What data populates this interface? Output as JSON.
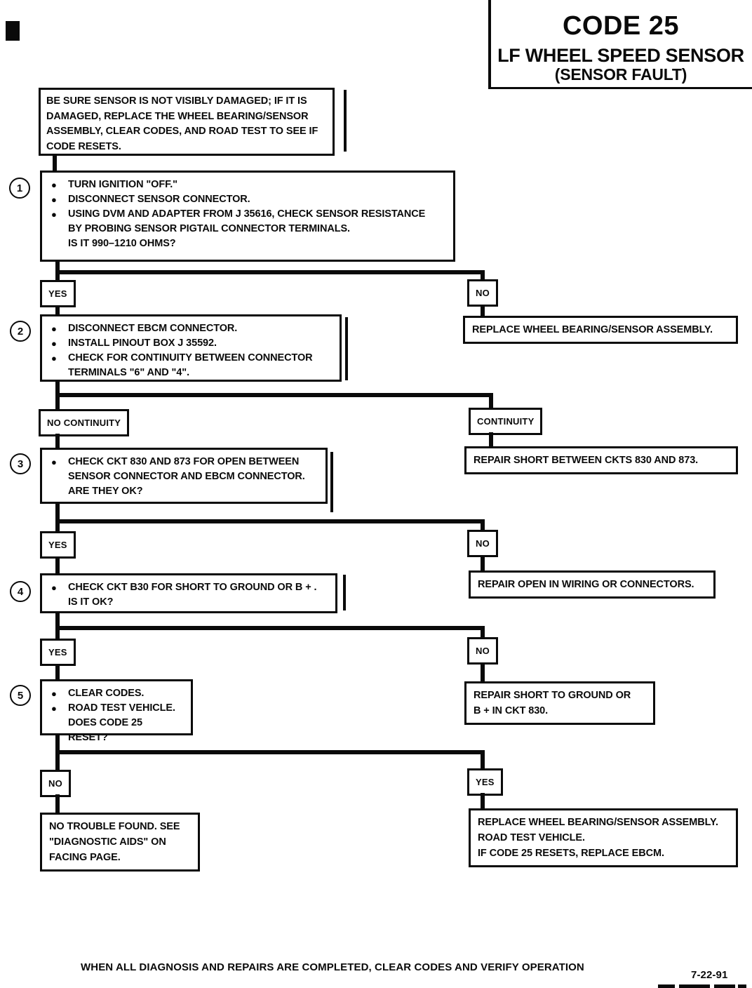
{
  "title": {
    "code": "CODE 25",
    "line1": "LF WHEEL SPEED SENSOR",
    "line2": "(SENSOR FAULT)"
  },
  "note": "BE SURE SENSOR IS NOT VISIBLY DAMAGED; IF IT IS\nDAMAGED, REPLACE THE WHEEL BEARING/SENSOR\nASSEMBLY, CLEAR CODES, AND ROAD TEST TO SEE IF\nCODE RESETS.",
  "steps": {
    "s1": {
      "num": "1",
      "b1": "TURN IGNITION \"OFF.\"",
      "b2": "DISCONNECT SENSOR CONNECTOR.",
      "b3": "USING DVM AND ADAPTER FROM J 35616, CHECK SENSOR RESISTANCE\nBY PROBING SENSOR PIGTAIL CONNECTOR TERMINALS.\nIS IT 990–1210 OHMS?"
    },
    "s2": {
      "num": "2",
      "b1": "DISCONNECT EBCM CONNECTOR.",
      "b2": "INSTALL PINOUT BOX J 35592.",
      "b3": "CHECK FOR CONTINUITY BETWEEN CONNECTOR\nTERMINALS \"6\" AND \"4\"."
    },
    "s3": {
      "num": "3",
      "b1": "CHECK CKT 830 AND 873 FOR OPEN BETWEEN\nSENSOR CONNECTOR AND EBCM CONNECTOR.\nARE THEY OK?"
    },
    "s4": {
      "num": "4",
      "b1": "CHECK CKT B30 FOR SHORT TO GROUND OR B + .\nIS IT OK?"
    },
    "s5": {
      "num": "5",
      "b1": "CLEAR CODES.",
      "b2": "ROAD TEST VEHICLE.\nDOES CODE 25 RESET?"
    }
  },
  "decisions": {
    "d1": {
      "left": "YES",
      "right": "NO"
    },
    "d2": {
      "left": "NO CONTINUITY",
      "right": "CONTINUITY"
    },
    "d3": {
      "left": "YES",
      "right": "NO"
    },
    "d4": {
      "left": "YES",
      "right": "NO"
    },
    "d5": {
      "left": "NO",
      "right": "YES"
    }
  },
  "actions": {
    "a1": "REPLACE WHEEL BEARING/SENSOR ASSEMBLY.",
    "a2": "REPAIR SHORT BETWEEN CKTS 830 AND 873.",
    "a3": "REPAIR OPEN IN WIRING OR CONNECTORS.",
    "a4": "REPAIR SHORT TO GROUND OR\nB +  IN CKT 830.",
    "a5_left": "NO TROUBLE FOUND.  SEE\n\"DIAGNOSTIC AIDS\" ON\nFACING PAGE.",
    "a5_right": "REPLACE WHEEL BEARING/SENSOR ASSEMBLY.\nROAD TEST VEHICLE.\nIF CODE 25 RESETS, REPLACE EBCM."
  },
  "footer": {
    "text": "WHEN ALL DIAGNOSIS AND REPAIRS ARE COMPLETED, CLEAR CODES AND VERIFY OPERATION",
    "date": "7-22-91"
  }
}
